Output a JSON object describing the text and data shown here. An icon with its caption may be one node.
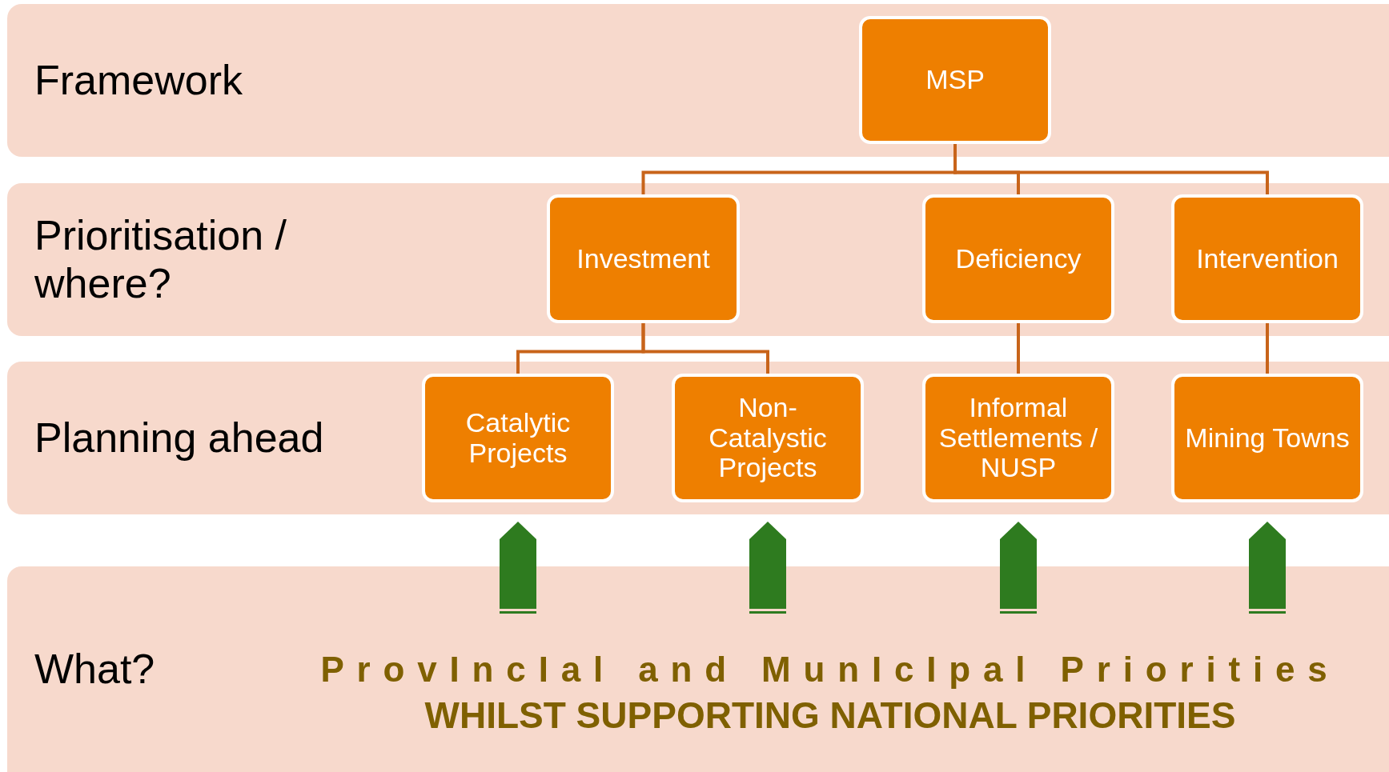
{
  "diagram": {
    "nodes": [
      {
        "text": [
          "Framework"
        ]
      },
      {
        "text": [
          "MSP"
        ],
        "in": 0
      },
      {
        "text": [
          "Prioritisation / where?"
        ]
      },
      {
        "text": [
          "Investment"
        ],
        "in": 2
      },
      {
        "text": [
          "Deficiency"
        ],
        "in": 2
      },
      {
        "text": [
          "Intervention"
        ],
        "in": 2
      },
      {
        "text": [
          "Planning ahead"
        ]
      },
      {
        "text": [
          "Catalytic Projects"
        ],
        "in": 6
      },
      {
        "text": [
          "Non-Catalystic Projects"
        ],
        "in": 6
      },
      {
        "text": [
          "Informal Settlements / NUSP"
        ],
        "in": 6
      },
      {
        "text": [
          "Mining Towns"
        ],
        "in": 6
      },
      {
        "text": [
          "What?",
          "ProvIncIal and MunIcIpal Priorities",
          "WHILST SUPPORTING NATIONAL PRIORITIES"
        ]
      }
    ],
    "edges": [
      {
        "from": 1,
        "to": 3,
        "arrow": "none"
      },
      {
        "from": 1,
        "to": 4,
        "arrow": "none"
      },
      {
        "from": 1,
        "to": 5,
        "arrow": "none"
      },
      {
        "from": 3,
        "to": 7,
        "arrow": "none"
      },
      {
        "from": 3,
        "to": 8,
        "arrow": "none"
      },
      {
        "from": 4,
        "to": 9,
        "arrow": "none"
      },
      {
        "from": 5,
        "to": 10,
        "arrow": "none"
      },
      {
        "from": 11,
        "to": 7,
        "arrow": "to",
        "style": "thick",
        "color": "#2e7b1f"
      },
      {
        "from": 11,
        "to": 8,
        "arrow": "to",
        "style": "thick",
        "color": "#2e7b1f"
      },
      {
        "from": 11,
        "to": 9,
        "arrow": "to",
        "style": "thick",
        "color": "#2e7b1f"
      },
      {
        "from": 11,
        "to": 10,
        "arrow": "to",
        "style": "thick",
        "color": "#2e7b1f"
      }
    ]
  }
}
